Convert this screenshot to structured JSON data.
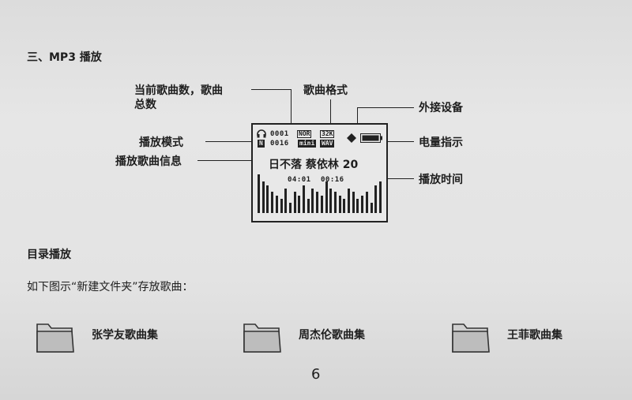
{
  "section": {
    "title": "三、MP3 播放"
  },
  "diagram": {
    "callouts": {
      "current_total": "当前歌曲数，歌曲",
      "current_total_2": "总数",
      "format": "歌曲格式",
      "external": "外接设备",
      "mode": "播放模式",
      "battery": "电量指示",
      "song_info": "播放歌曲信息",
      "play_time": "播放时间"
    },
    "screen": {
      "track_number": "0001",
      "total_tracks": "0016",
      "eq_label": "NOR",
      "eq_sub": "mini",
      "bitrate": "32K",
      "format": "WAV",
      "mode_letter": "N",
      "song_title": "日不落  蔡依林  20",
      "time_total": "04:01",
      "time_elapsed": "00:16",
      "spectrum_levels": [
        0.55,
        0.45,
        0.4,
        0.3,
        0.25,
        0.2,
        0.35,
        0.15,
        0.3,
        0.25,
        0.4,
        0.2,
        0.35,
        0.3,
        0.25,
        0.45,
        0.35,
        0.3,
        0.25,
        0.2,
        0.35,
        0.3,
        0.2,
        0.25,
        0.3,
        0.15,
        0.4,
        0.45
      ]
    }
  },
  "directory": {
    "heading": "目录播放",
    "description": "如下图示“新建文件夹”存放歌曲：",
    "folders": [
      {
        "label": "张学友歌曲集"
      },
      {
        "label": "周杰伦歌曲集"
      },
      {
        "label": "王菲歌曲集"
      }
    ]
  },
  "page_number": "6"
}
